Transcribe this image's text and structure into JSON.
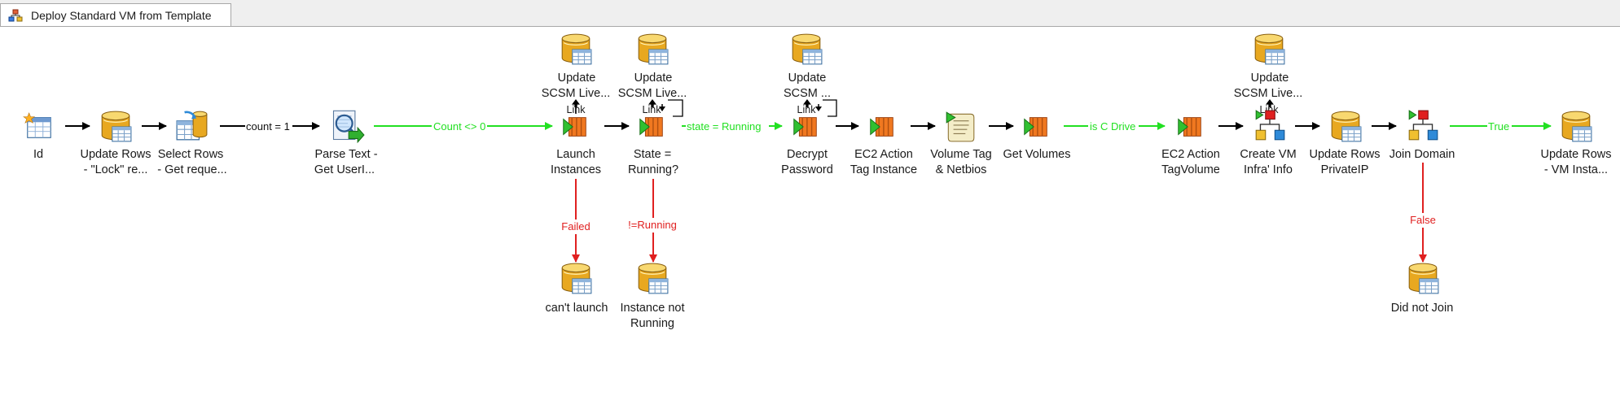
{
  "tab": {
    "title": "Deploy Standard VM from Template",
    "icon": "workflow-icon"
  },
  "activities": {
    "id": {
      "line1": "Id",
      "line2": ""
    },
    "update_lock": {
      "line1": "Update Rows",
      "line2": "- \"Lock\" re..."
    },
    "select_rows": {
      "line1": "Select Rows",
      "line2": "- Get reque..."
    },
    "parse_text": {
      "line1": "Parse Text -",
      "line2": "Get UserI..."
    },
    "update_scsm_1": {
      "line1": "Update",
      "line2": "SCSM Live..."
    },
    "update_scsm_2": {
      "line1": "Update",
      "line2": "SCSM Live..."
    },
    "update_scsm_3": {
      "line1": "Update",
      "line2": "SCSM ..."
    },
    "update_scsm_4": {
      "line1": "Update",
      "line2": "SCSM Live..."
    },
    "launch_instances": {
      "line1": "Launch",
      "line2": "Instances"
    },
    "state_running": {
      "line1": "State =",
      "line2": "Running?"
    },
    "decrypt_password": {
      "line1": "Decrypt",
      "line2": "Password"
    },
    "ec2_tag_instance": {
      "line1": "EC2 Action",
      "line2": "Tag Instance"
    },
    "volume_tag": {
      "line1": "Volume Tag",
      "line2": "& Netbios"
    },
    "get_volumes": {
      "line1": "Get Volumes",
      "line2": ""
    },
    "ec2_tag_volume": {
      "line1": "EC2 Action",
      "line2": "TagVolume"
    },
    "create_vm_info": {
      "line1": "Create VM",
      "line2": "Infra' Info"
    },
    "update_private_ip": {
      "line1": "Update Rows",
      "line2": "PrivateIP"
    },
    "join_domain": {
      "line1": "Join Domain",
      "line2": ""
    },
    "update_vm_insta": {
      "line1": "Update Rows",
      "line2": "- VM Insta..."
    },
    "cant_launch": {
      "line1": "can't launch",
      "line2": ""
    },
    "instance_not_running": {
      "line1": "Instance not",
      "line2": "Running"
    },
    "did_not_join": {
      "line1": "Did not Join",
      "line2": ""
    }
  },
  "links": {
    "count_eq_1": "count = 1",
    "count_ne_0": "Count <> 0",
    "state_eq_running": "state = Running",
    "is_c_drive": "is C Drive",
    "true_label": "True",
    "failed": "Failed",
    "not_running": "!=Running",
    "false_label": "False",
    "link_word": "Link"
  },
  "colors": {
    "success_link": "#22e022",
    "failure_link": "#e02020",
    "default_link": "#000000"
  }
}
